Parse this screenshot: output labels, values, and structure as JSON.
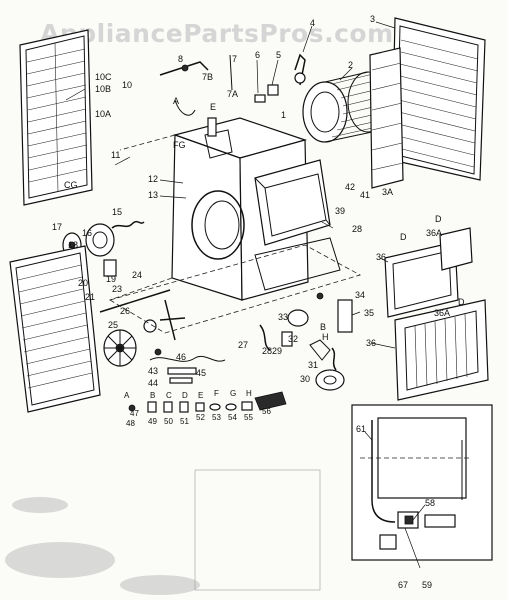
{
  "watermark": "AppliancePartsPros.com",
  "callouts": {
    "c1": "1",
    "c2": "2",
    "c3": "3",
    "c3a": "3A",
    "c4": "4",
    "c5": "5",
    "c6": "6",
    "c7": "7",
    "c7a": "7A",
    "c7b": "7B",
    "c8": "8",
    "c10": "10",
    "c10a": "10A",
    "c10b": "10B",
    "c10c": "10C",
    "c11": "11",
    "c12": "12",
    "c13": "13",
    "c15": "15",
    "c16": "16",
    "c17": "17",
    "c18": "18",
    "c19": "19",
    "c20": "20",
    "c21": "21",
    "c23": "23",
    "c24": "24",
    "c25": "25",
    "c26": "26",
    "c27": "27",
    "c28": "28",
    "c29": "29",
    "c30": "30",
    "c31": "31",
    "c32": "32",
    "c33": "33",
    "c34": "34",
    "c35": "35",
    "c36": "36",
    "c36a": "36A",
    "c39": "39",
    "c41": "41",
    "c42": "42",
    "c43": "43",
    "c44": "44",
    "c45": "45",
    "c46": "46",
    "c47": "47",
    "c48": "48",
    "c49": "49",
    "c50": "50",
    "c51": "51",
    "c52": "52",
    "c53": "53",
    "c54": "54",
    "c55": "55",
    "c56": "56",
    "c58": "58",
    "c59": "59",
    "c61": "61",
    "c67": "67",
    "cA": "A",
    "cB": "B",
    "cC": "C",
    "cD": "D",
    "cE": "E",
    "cF": "F",
    "cG": "G",
    "cH": "H",
    "cCG": "CG",
    "cFG": "FG"
  }
}
